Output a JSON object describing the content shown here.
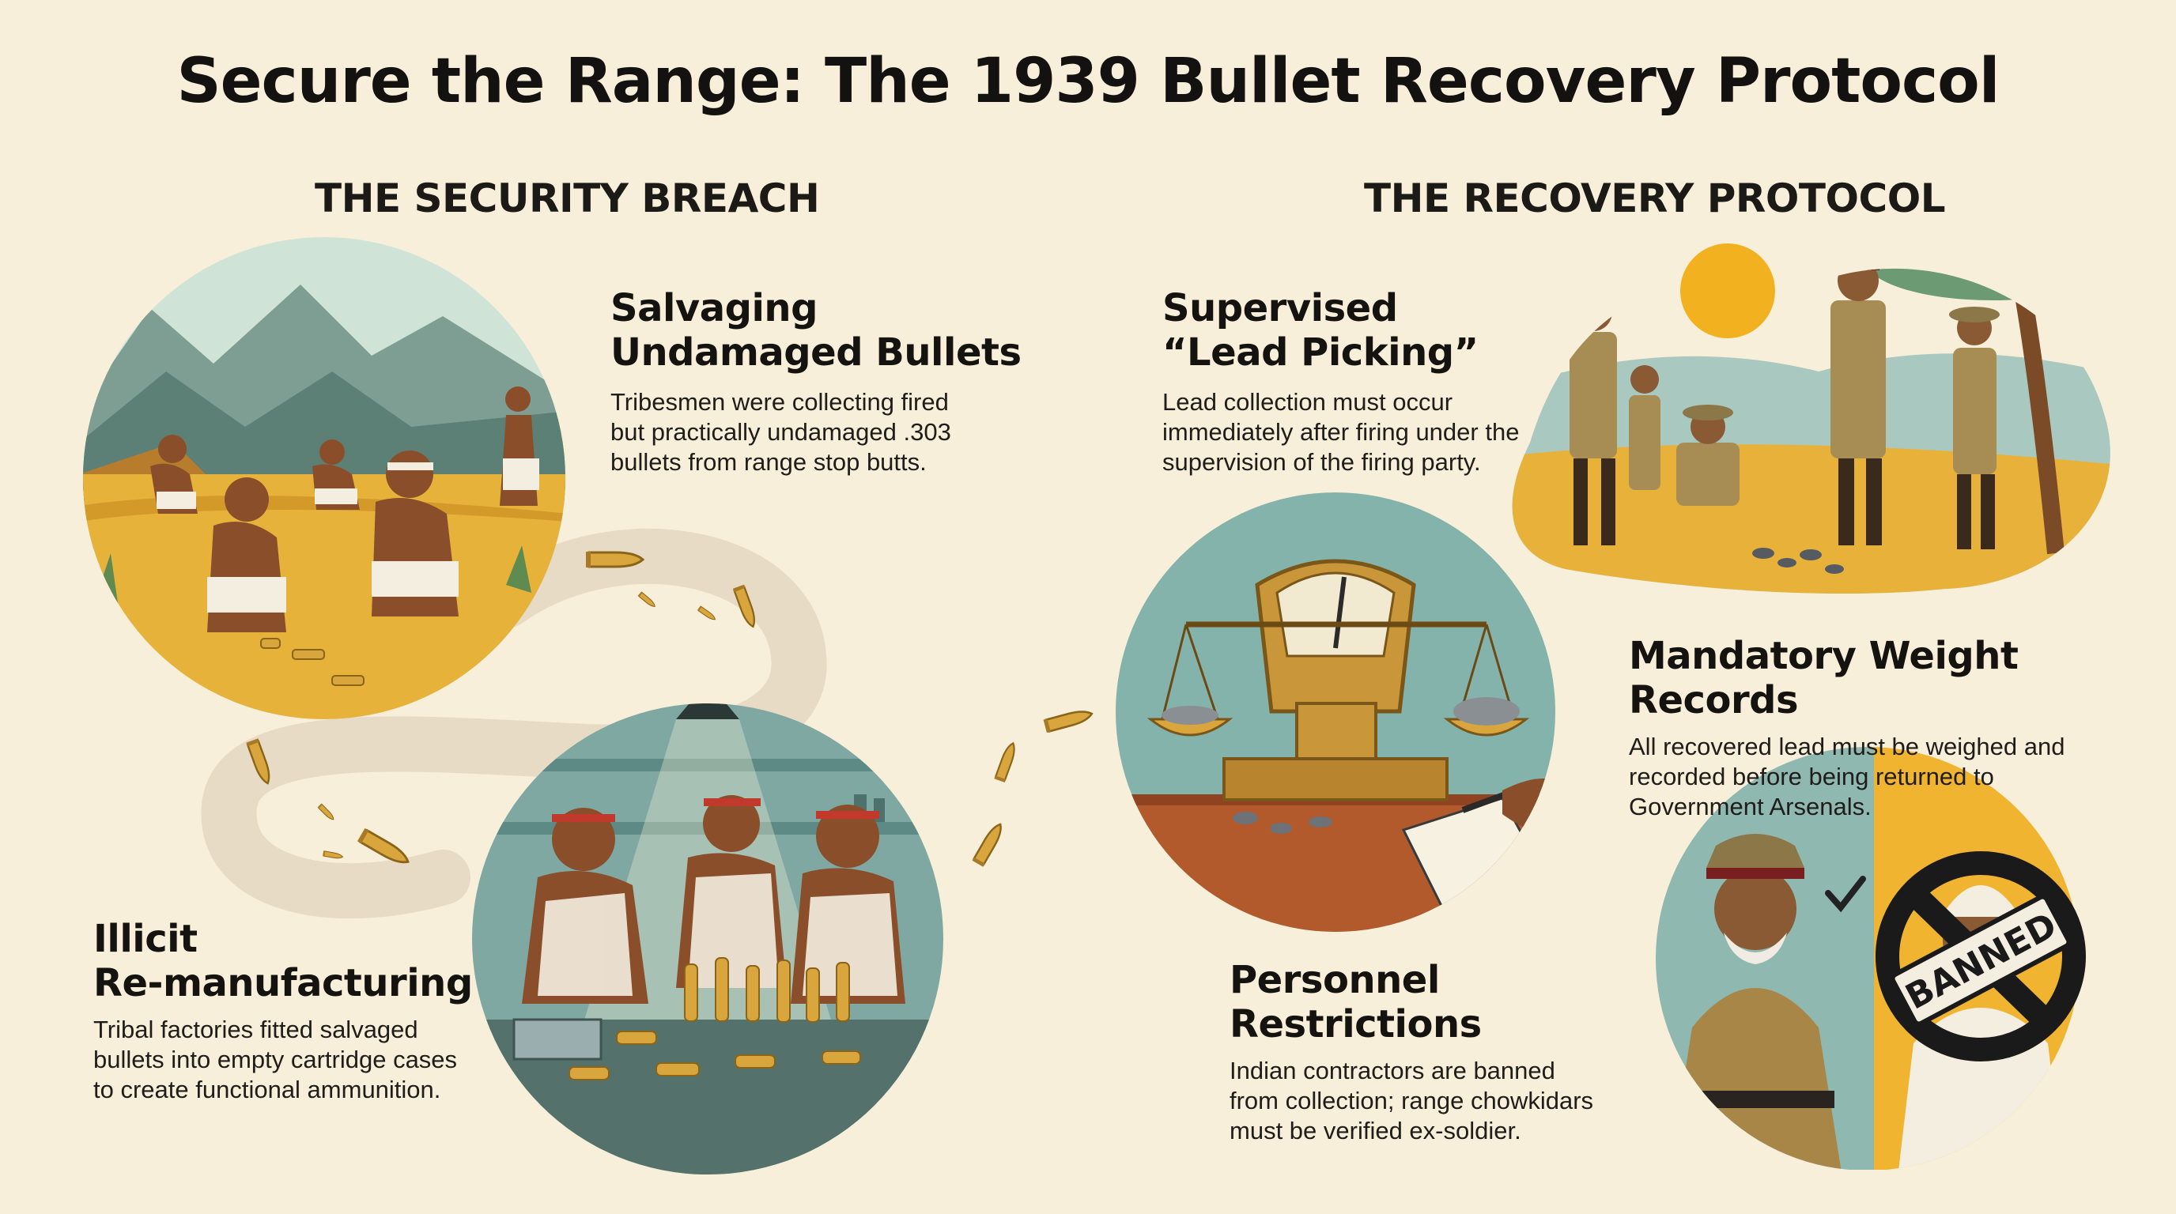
{
  "title": "Secure the Range: The 1939 Bullet Recovery Protocol",
  "sections": {
    "breach": "THE SECURITY BREACH",
    "protocol": "THE RECOVERY PROTOCOL"
  },
  "items": {
    "salvaging": {
      "heading_l1": "Salvaging",
      "heading_l2": "Undamaged Bullets",
      "body_l1": "Tribesmen were collecting fired",
      "body_l2": "but practically undamaged .303",
      "body_l3": "bullets from range stop butts."
    },
    "illicit": {
      "heading_l1": "Illicit",
      "heading_l2": "Re-manufacturing",
      "body_l1": "Tribal factories fitted salvaged",
      "body_l2": "bullets into empty cartridge cases",
      "body_l3": "to create functional ammunition."
    },
    "lead_picking": {
      "heading_l1": "Supervised",
      "heading_l2": "“Lead Picking”",
      "body_l1": "Lead collection must occur",
      "body_l2": "immediately after firing under the",
      "body_l3": "supervision of the firing party."
    },
    "weight": {
      "heading": "Mandatory Weight Records",
      "body_l1": "All recovered lead must be weighed and",
      "body_l2": "recorded before being returned to",
      "body_l3": "Government Arsenals."
    },
    "personnel": {
      "heading": "Personnel Restrictions",
      "body_l1": "Indian contractors are banned",
      "body_l2": "from collection; range chowkidars",
      "body_l3": "must be verified ex-soldier."
    }
  },
  "stamp_text": "BANNED",
  "colors": {
    "background": "#f8efda",
    "accent_gold": "#e8b23a",
    "teal": "#6fa3a0",
    "brass": "#c9963a"
  },
  "icons": [
    "sun-icon",
    "bullet-icon",
    "scale-icon",
    "checkmark-icon",
    "ban-icon"
  ]
}
